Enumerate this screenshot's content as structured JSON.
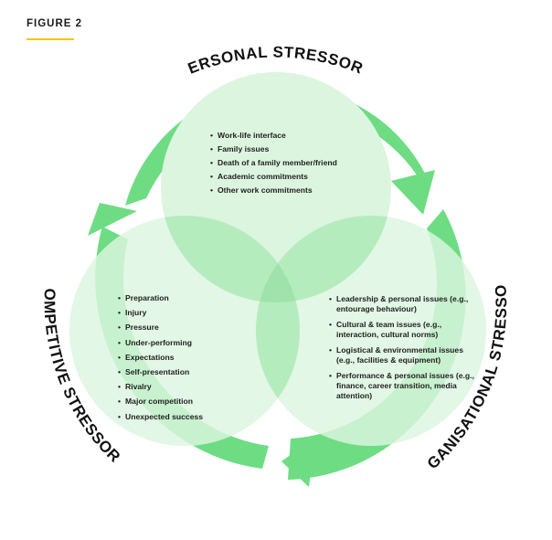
{
  "figure_label": "FIGURE 2",
  "colors": {
    "arrow_green": "#6edc83",
    "circle_fill": "#dcf5df",
    "overlap_fill": "#aeeab8",
    "underline_gold": "#f2c500"
  },
  "personal": {
    "title": "PERSONAL STRESSORS",
    "items": [
      "Work-life interface",
      "Family issues",
      "Death of a family member/friend",
      "Academic commitments",
      "Other work commitments"
    ]
  },
  "competitive": {
    "title": "COMPETITIVE STRESSORS",
    "items": [
      "Preparation",
      "Injury",
      "Pressure",
      "Under-performing",
      "Expectations",
      "Self-presentation",
      "Rivalry",
      "Major competition",
      "Unexpected success"
    ]
  },
  "organisational": {
    "title": "ORGANISATIONAL STRESSORS",
    "items": [
      "Leadership & personal issues (e.g., entourage behaviour)",
      "Cultural & team issues (e.g., interaction, cultural norms)",
      "Logistical & environmental issues (e.g., facilities & equipment)",
      "Performance & personal issues (e.g., finance, career transition, media attention)"
    ]
  }
}
